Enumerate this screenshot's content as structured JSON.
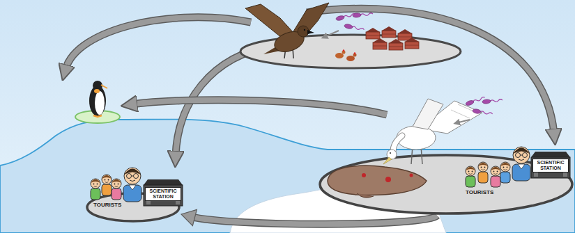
{
  "diagram": {
    "nodes": [
      {
        "text": [
          "SCIENTIFIC STATION",
          "TOURISTS"
        ]
      },
      {
        "text": [
          "SCIENTIFIC STATION",
          "TOURISTS"
        ]
      }
    ],
    "edges": [
      {
        "from": 0,
        "to": 1,
        "arrow": "to"
      }
    ]
  }
}
